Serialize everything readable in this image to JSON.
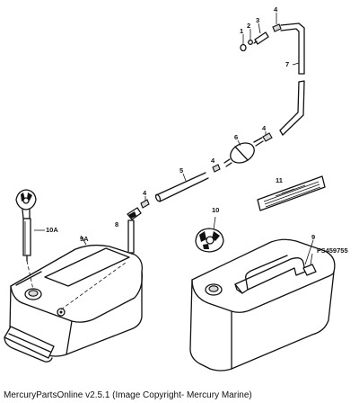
{
  "callouts": {
    "c1": "1",
    "c2": "2",
    "c3": "3",
    "c4a": "4",
    "c7": "7",
    "c4b": "4",
    "c6": "6",
    "c4c": "4",
    "c5": "5",
    "c11": "11",
    "c4d": "4",
    "c8": "8",
    "c10": "10",
    "c10a": "10A",
    "c9a": "9A",
    "c9": "9",
    "fs": "FS459755"
  },
  "footer": "MercuryPartsOnline v2.5.1 (Image Copyright- Mercury Marine)"
}
